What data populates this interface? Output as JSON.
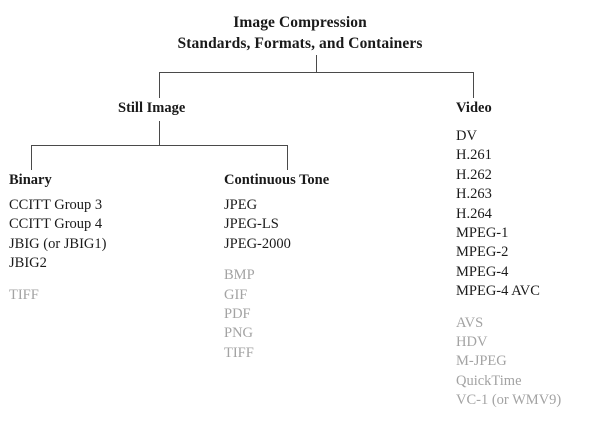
{
  "title": {
    "line1": "Image Compression",
    "line2": "Standards, Formats, and Containers"
  },
  "colors": {
    "text_primary": "#1a1a1a",
    "text_secondary": "#a3a3a3",
    "line": "#4a4a4a",
    "background": "#ffffff"
  },
  "branches": {
    "still_image": {
      "label": "Still Image"
    },
    "video": {
      "label": "Video"
    }
  },
  "columns": {
    "binary": {
      "heading": "Binary",
      "primary_items": [
        "CCITT Group 3",
        "CCITT Group 4",
        "JBIG (or JBIG1)",
        "JBIG2"
      ],
      "secondary_items": [
        "TIFF"
      ]
    },
    "continuous_tone": {
      "heading": "Continuous Tone",
      "primary_items": [
        "JPEG",
        "JPEG-LS",
        "JPEG-2000"
      ],
      "secondary_items": [
        "BMP",
        "GIF",
        "PDF",
        "PNG",
        "TIFF"
      ]
    },
    "video": {
      "heading": "Video",
      "primary_items": [
        "DV",
        "H.261",
        "H.262",
        "H.263",
        "H.264",
        "MPEG-1",
        "MPEG-2",
        "MPEG-4",
        "MPEG-4 AVC"
      ],
      "secondary_items": [
        "AVS",
        "HDV",
        "M-JPEG",
        "QuickTime",
        "VC-1 (or WMV9)"
      ]
    }
  }
}
